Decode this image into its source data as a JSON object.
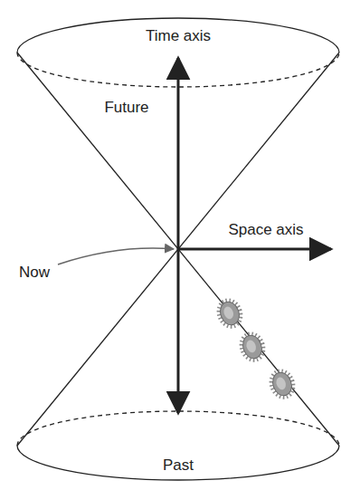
{
  "diagram": {
    "labels": [
      "Time axis",
      "Future",
      "Space axis",
      "Now",
      "Past"
    ]
  }
}
